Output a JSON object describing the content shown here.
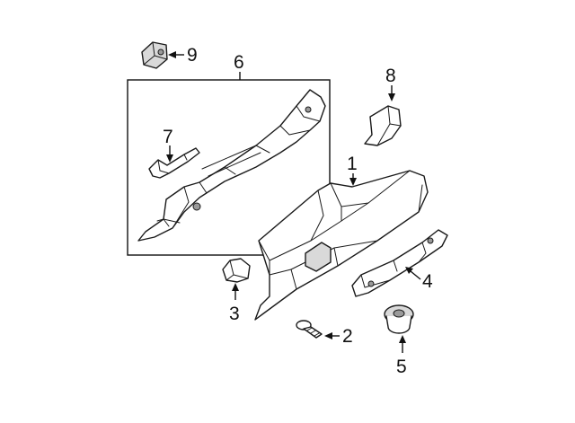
{
  "diagram": {
    "callouts": {
      "p1": "1",
      "p2": "2",
      "p3": "3",
      "p4": "4",
      "p5": "5",
      "p6": "6",
      "p7": "7",
      "p8": "8",
      "p9": "9"
    }
  }
}
